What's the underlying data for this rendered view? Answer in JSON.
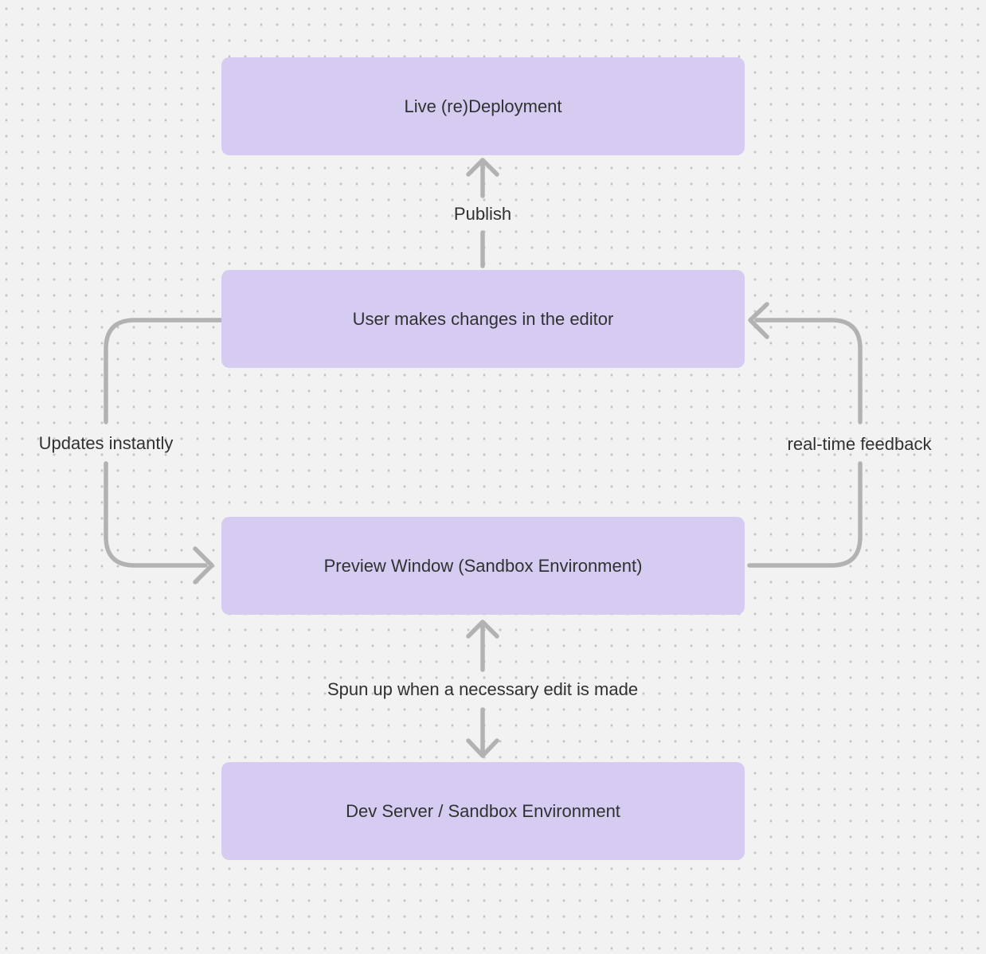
{
  "diagram": {
    "nodes": [
      {
        "id": "live-deployment",
        "label": "Live (re)Deployment"
      },
      {
        "id": "user-editor",
        "label": "User makes changes in the editor"
      },
      {
        "id": "preview-window",
        "label": "Preview Window (Sandbox Environment)"
      },
      {
        "id": "dev-server",
        "label": "Dev Server / Sandbox Environment"
      }
    ],
    "edges": [
      {
        "id": "publish",
        "label": "Publish",
        "from": "user-editor",
        "to": "live-deployment",
        "bidirectional": false
      },
      {
        "id": "updates-instantly",
        "label": "Updates instantly",
        "from": "user-editor",
        "to": "preview-window",
        "bidirectional": false
      },
      {
        "id": "real-time-feedback",
        "label": "real-time feedback",
        "from": "preview-window",
        "to": "user-editor",
        "bidirectional": false
      },
      {
        "id": "spun-up",
        "label": "Spun up when a necessary edit is made",
        "from": "preview-window",
        "to": "dev-server",
        "bidirectional": true
      }
    ]
  },
  "colors": {
    "background": "#f2f2f2",
    "dot": "#c6c6c6",
    "node_fill": "#d6ccf2",
    "arrow": "#b2b2b2",
    "text": "#313131"
  }
}
